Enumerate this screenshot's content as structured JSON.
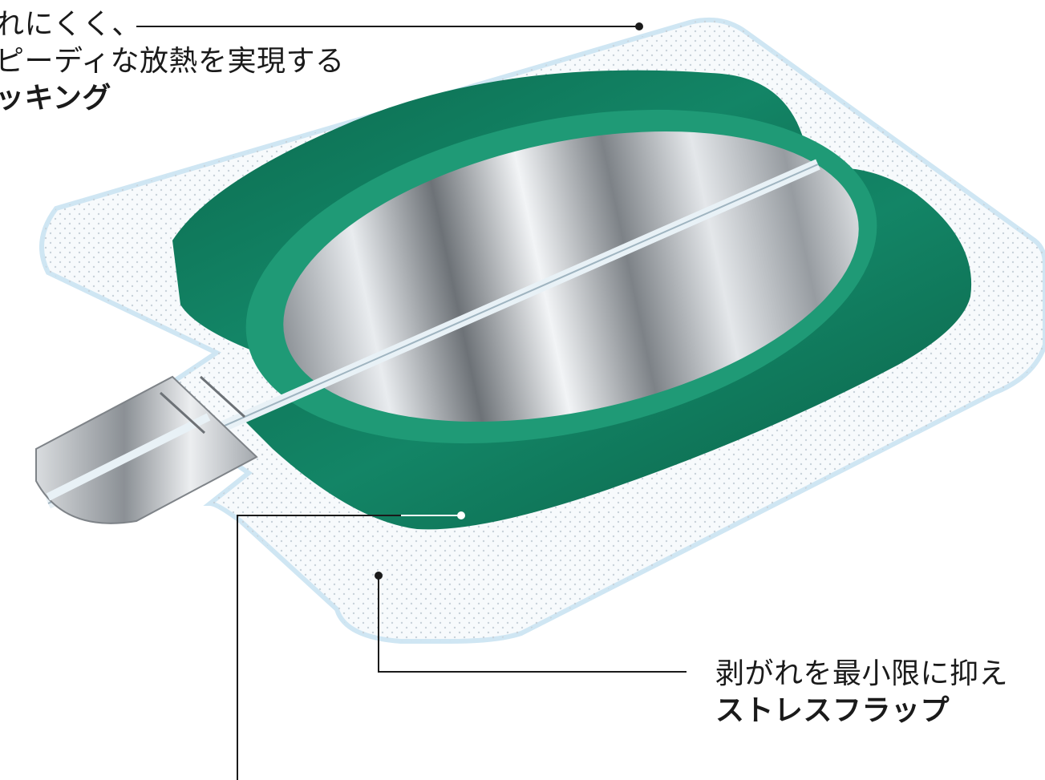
{
  "callouts": {
    "top": {
      "line1": "れにくく、",
      "line2": "ピーディな放熱を実現する",
      "line3": "ッキング"
    },
    "bottom": {
      "line1": "剥がれを最小限に抑え",
      "line2": "ストレスフラップ"
    }
  },
  "colors": {
    "gel_green": "#0e7a5a",
    "gel_green_light": "#1f9a76",
    "pad_white": "#f7fafc",
    "pad_edge": "#cfe6f3",
    "metal": "#b9bdc2",
    "leader_line": "#1a1a1a"
  }
}
